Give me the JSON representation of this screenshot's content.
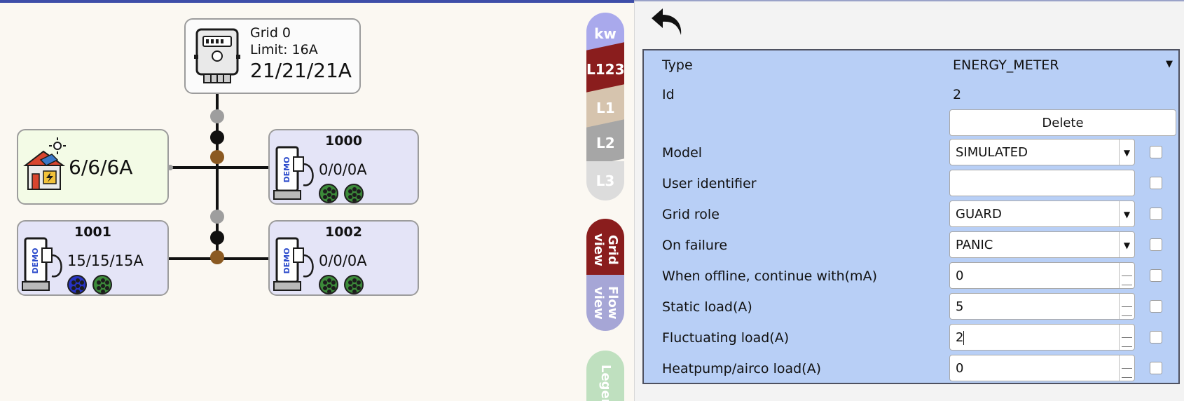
{
  "grid": {
    "meter": {
      "title": "Grid 0",
      "limit": "Limit: 16A",
      "amps": "21/21/21A"
    },
    "house": {
      "amps": "6/6/6A"
    },
    "chargers": [
      {
        "id": "1000",
        "amps": "0/0/0A",
        "badge": "DEMO"
      },
      {
        "id": "1001",
        "amps": "15/15/15A",
        "badge": "DEMO"
      },
      {
        "id": "1002",
        "amps": "0/0/0A",
        "badge": "DEMO"
      }
    ]
  },
  "tabs": {
    "phase": [
      "kw",
      "L123",
      "L1",
      "L2",
      "L3"
    ],
    "views": [
      "Grid view",
      "Flow view"
    ],
    "legend": "Legend"
  },
  "colors": {
    "kw": "#a9a9ec",
    "l123": "#8a1d1d",
    "l1": "#d6c4ae",
    "l2": "#a6a6a6",
    "l3": "#dcdcdc",
    "grid_view": "#8a1d1d",
    "flow_view": "#a6a6d6",
    "legend": "#bfe0bf",
    "form_bg": "#b8cff6"
  },
  "form": {
    "type_label": "Type",
    "type_value": "ENERGY_METER",
    "id_label": "Id",
    "id_value": "2",
    "delete_label": "Delete",
    "model_label": "Model",
    "model_value": "SIMULATED",
    "user_identifier_label": "User identifier",
    "user_identifier_value": "",
    "grid_role_label": "Grid role",
    "grid_role_value": "GUARD",
    "on_failure_label": "On failure",
    "on_failure_value": "PANIC",
    "offline_label": "When offline, continue with(mA)",
    "offline_value": "0",
    "static_label": "Static load(A)",
    "static_value": "5",
    "fluct_label": "Fluctuating load(A)",
    "fluct_value": "2",
    "heatpump_label": "Heatpump/airco load(A)",
    "heatpump_value": "0"
  }
}
